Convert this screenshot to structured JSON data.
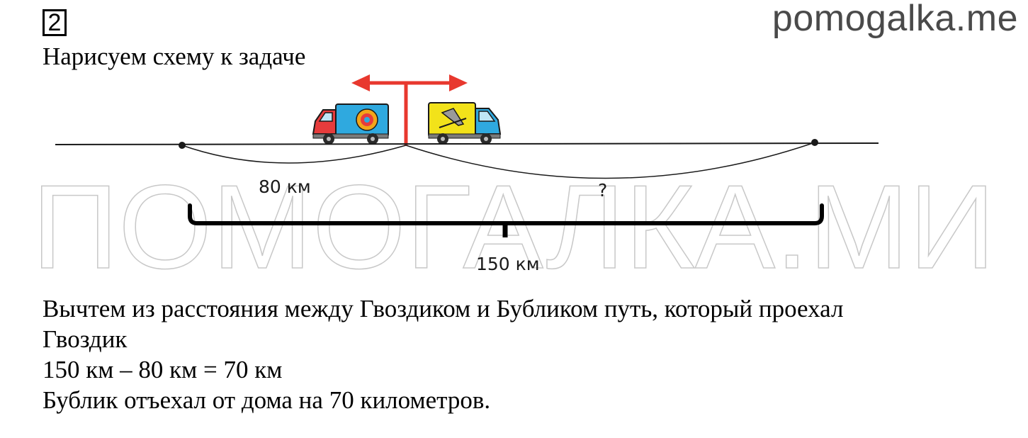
{
  "task_number": "2",
  "site_mark": "pomogalka.me",
  "intro": "Нарисуем схему к задаче",
  "watermark": "ПОМОГАЛКА.МИ",
  "diagram": {
    "left_segment_label": "80 км",
    "right_segment_label": "?",
    "total_label": "150 км",
    "colors": {
      "arrow": "#e8382e",
      "line": "#1a1a1a",
      "truck_left_cargo": "#2fa9df",
      "truck_left_cab": "#e63c3c",
      "truck_right_cargo": "#f2e21a",
      "truck_right_cab": "#2fa9df"
    }
  },
  "solution": {
    "line1": "Вычтем из расстояния между Гвоздиком и Бубликом путь, который проехал",
    "line2": "Гвоздик",
    "equation": "150 км – 80 км = 70 км",
    "answer": "Бублик отъехал от дома на 70 километров."
  }
}
